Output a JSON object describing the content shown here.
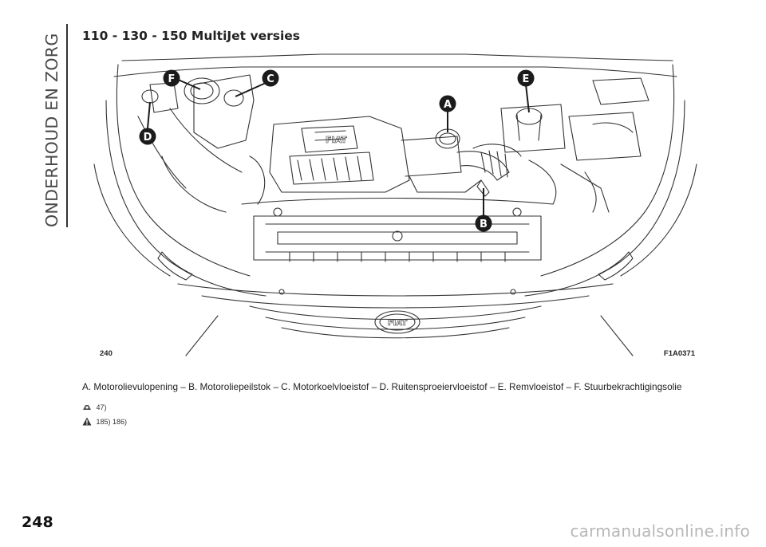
{
  "sidebar": {
    "chapter_title": "ONDERHOUD EN ZORG"
  },
  "section": {
    "title": "110 - 130 - 150 MultiJet versies"
  },
  "figure": {
    "number": "240",
    "code": "F1A0371",
    "callouts": [
      "A",
      "B",
      "C",
      "D",
      "E",
      "F"
    ],
    "badge_text": "FIAT"
  },
  "caption": "A. Motorolievulopening – B. Motoroliepeilstok – C. Motorkoelvloeistof – D. Ruitensproeiervloeistof – E. Remvloeistof – F. Stuurbekrachtigingsolie",
  "references": [
    {
      "icon": "oil-can-icon",
      "text": "47)"
    },
    {
      "icon": "warning-triangle-icon",
      "text": "185) 186)"
    }
  ],
  "page_number": "248",
  "watermark": "carmanualsonline.info",
  "colors": {
    "callout_fill": "#1b1b1b",
    "callout_text": "#ffffff",
    "line_art": "#333333"
  }
}
